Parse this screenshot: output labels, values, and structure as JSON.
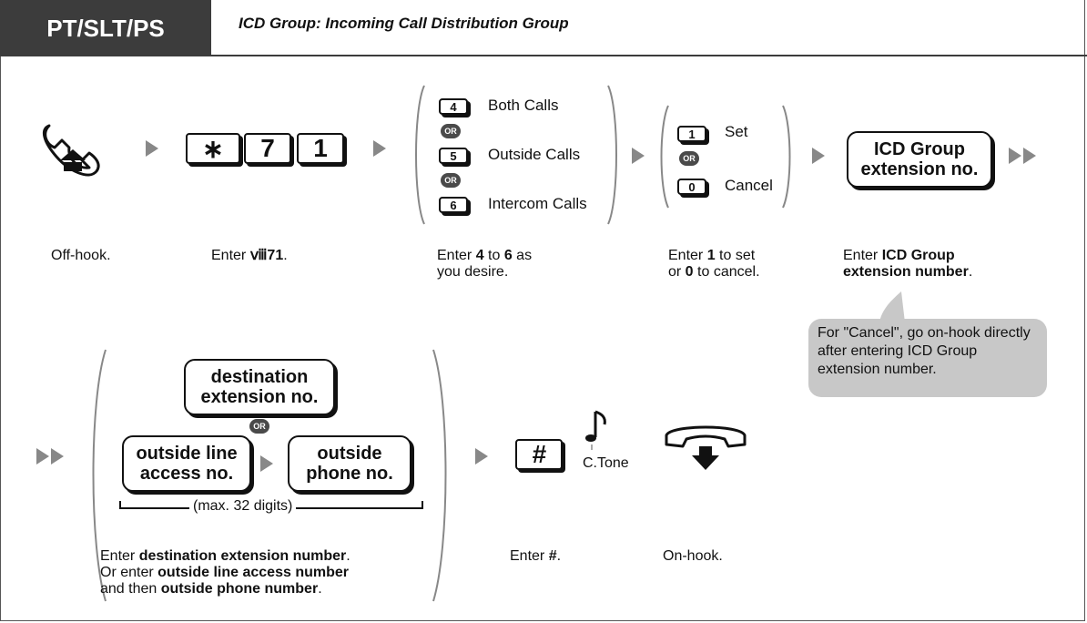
{
  "header": {
    "tab_label": "PT/SLT/PS",
    "title": "ICD Group: Incoming Call Distribution Group"
  },
  "step1": {
    "caption": "Off-hook."
  },
  "step2": {
    "keys": [
      "∗",
      "7",
      "1"
    ],
    "caption_prefix": "Enter ",
    "caption_bold": "ⅷ71",
    "caption_suffix": "."
  },
  "step3": {
    "options": [
      {
        "key": "4",
        "label": "Both Calls"
      },
      {
        "key": "5",
        "label": "Outside Calls"
      },
      {
        "key": "6",
        "label": "Intercom Calls"
      }
    ],
    "or_label": "OR",
    "caption_parts": [
      "Enter ",
      "4",
      " to ",
      "6",
      " as",
      "you desire."
    ]
  },
  "step4": {
    "options": [
      {
        "key": "1",
        "label": "Set"
      },
      {
        "key": "0",
        "label": "Cancel"
      }
    ],
    "caption_parts": [
      "Enter ",
      "1",
      " to set",
      "or ",
      "0",
      " to cancel."
    ]
  },
  "step5": {
    "box_line1": "ICD Group",
    "box_line2": "extension no.",
    "caption_parts": [
      "Enter ",
      "ICD Group",
      "extension number",
      "."
    ],
    "note": "For \"Cancel\", go on-hook directly after entering ICD Group extension number."
  },
  "step6": {
    "dest_line1": "destination",
    "dest_line2": "extension no.",
    "access_line1": "outside line",
    "access_line2": "access no.",
    "phone_line1": "outside",
    "phone_line2": "phone no.",
    "max_digits": "(max. 32 digits)",
    "caption_parts": [
      "Enter ",
      "destination extension number",
      ".",
      "Or enter ",
      "outside line access number",
      "and then ",
      "outside phone number",
      "."
    ]
  },
  "step7": {
    "key": "#",
    "tone": "C.Tone",
    "caption_parts": [
      "Enter ",
      "#",
      "."
    ]
  },
  "step8": {
    "caption": "On-hook."
  }
}
